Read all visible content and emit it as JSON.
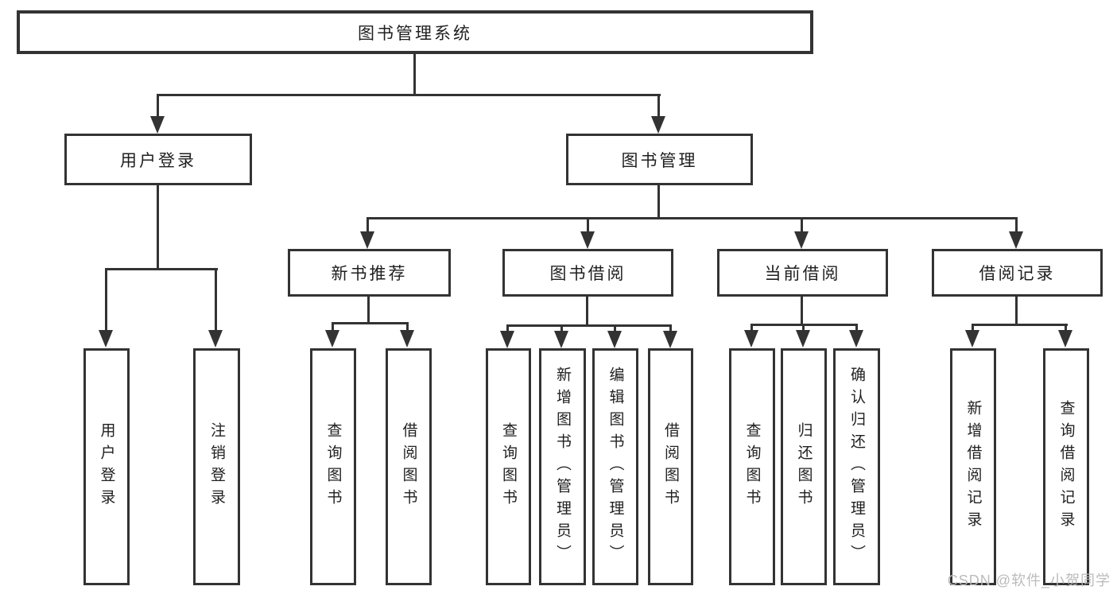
{
  "diagram_title": "图书管理系统",
  "nodes": {
    "root": {
      "label": "图书管理系统"
    },
    "user_login": {
      "label": "用户登录"
    },
    "book_mgmt": {
      "label": "图书管理"
    },
    "new_book_rec": {
      "label": "新书推荐"
    },
    "book_borrow": {
      "label": "图书借阅"
    },
    "current_borrow": {
      "label": "当前借阅"
    },
    "borrow_record": {
      "label": "借阅记录"
    },
    "leaf_user_login": {
      "label": "用户登录"
    },
    "leaf_logout": {
      "label": "注销登录"
    },
    "leaf_query_book_a": {
      "label": "查询图书"
    },
    "leaf_borrow_book_a": {
      "label": "借阅图书"
    },
    "leaf_query_book_b": {
      "label": "查询图书"
    },
    "leaf_add_book": {
      "label": "新增图书（管理员）"
    },
    "leaf_edit_book": {
      "label": "编辑图书（管理员）"
    },
    "leaf_borrow_book_b": {
      "label": "借阅图书"
    },
    "leaf_query_book_c": {
      "label": "查询图书"
    },
    "leaf_return_book": {
      "label": "归还图书"
    },
    "leaf_confirm_return": {
      "label": "确认归还（管理员）"
    },
    "leaf_add_record": {
      "label": "新增借阅记录"
    },
    "leaf_query_record": {
      "label": "查询借阅记录"
    }
  },
  "hierarchy": {
    "图书管理系统": {
      "用户登录": [
        "用户登录",
        "注销登录"
      ],
      "图书管理": {
        "新书推荐": [
          "查询图书",
          "借阅图书"
        ],
        "图书借阅": [
          "查询图书",
          "新增图书（管理员）",
          "编辑图书（管理员）",
          "借阅图书"
        ],
        "当前借阅": [
          "查询图书",
          "归还图书",
          "确认归还（管理员）"
        ],
        "借阅记录": [
          "新增借阅记录",
          "查询借阅记录"
        ]
      }
    }
  },
  "watermark": {
    "text": "CSDN @软件_小贺同学",
    "color": "#b8b8b8"
  },
  "colors": {
    "line": "#333333",
    "text": "#1f1f1f",
    "background": "#ffffff"
  }
}
